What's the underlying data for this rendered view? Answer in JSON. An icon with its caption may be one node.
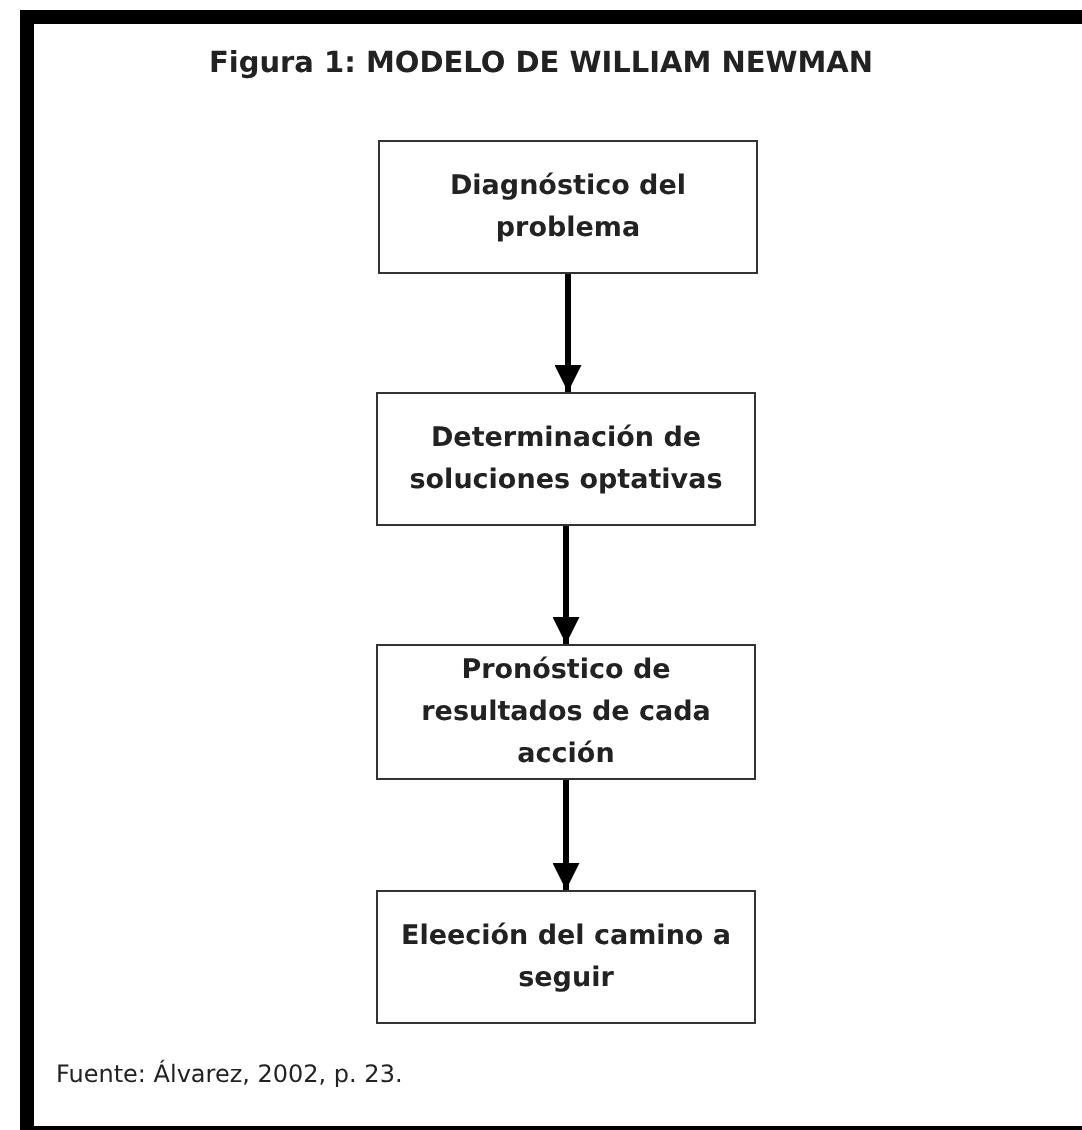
{
  "diagram": {
    "title": "Figura 1: MODELO DE WILLIAM NEWMAN",
    "caption": "Fuente: Álvarez, 2002, p. 23.",
    "nodes": [
      {
        "text": [
          "Diagnóstico del problema"
        ]
      },
      {
        "text": [
          "Determinación de soluciones optativas"
        ]
      },
      {
        "text": [
          "Pronóstico de resultados de cada acción"
        ]
      },
      {
        "text": [
          "Eleeción del camino a seguir"
        ]
      }
    ],
    "edges": [
      {
        "from": 0,
        "to": 1,
        "arrow": "to"
      },
      {
        "from": 1,
        "to": 2,
        "arrow": "to"
      },
      {
        "from": 2,
        "to": 3,
        "arrow": "to"
      }
    ]
  }
}
